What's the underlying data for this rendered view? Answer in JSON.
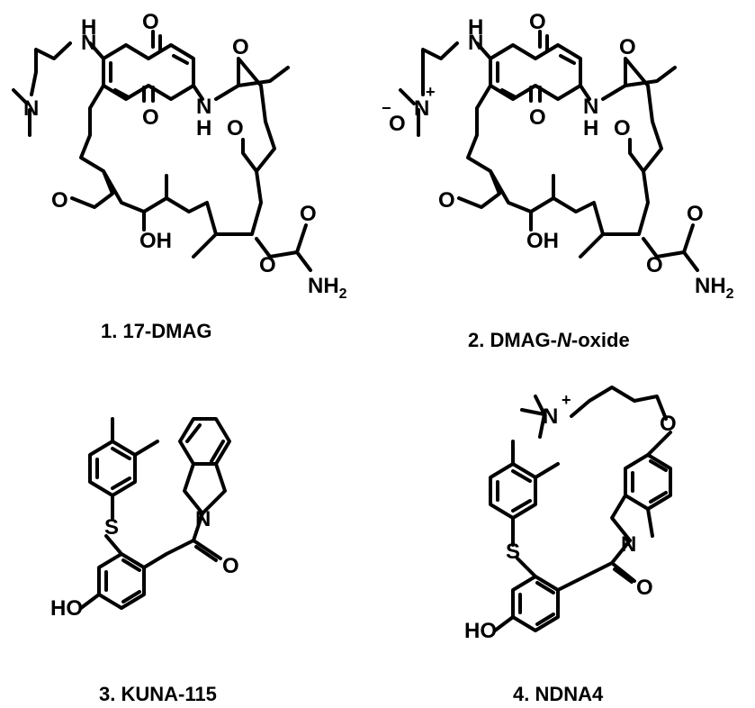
{
  "figure": {
    "compounds": [
      {
        "id": "17-DMAG",
        "caption": "1. 17-DMAG"
      },
      {
        "id": "DMAG-N-oxide",
        "caption_prefix": "2. DMAG-",
        "caption_italic": "N",
        "caption_suffix": "-oxide"
      },
      {
        "id": "KUNA-115",
        "caption": "3. KUNA-115"
      },
      {
        "id": "NDNA4",
        "caption": "4. NDNA4"
      }
    ],
    "atoms": {
      "N": "N",
      "H": "H",
      "O": "O",
      "OH": "OH",
      "HO": "HO",
      "NH": "NH",
      "S": "S",
      "NH2_base": "NH",
      "NH2_sub": "2",
      "plus": "+",
      "minus": "−"
    }
  }
}
